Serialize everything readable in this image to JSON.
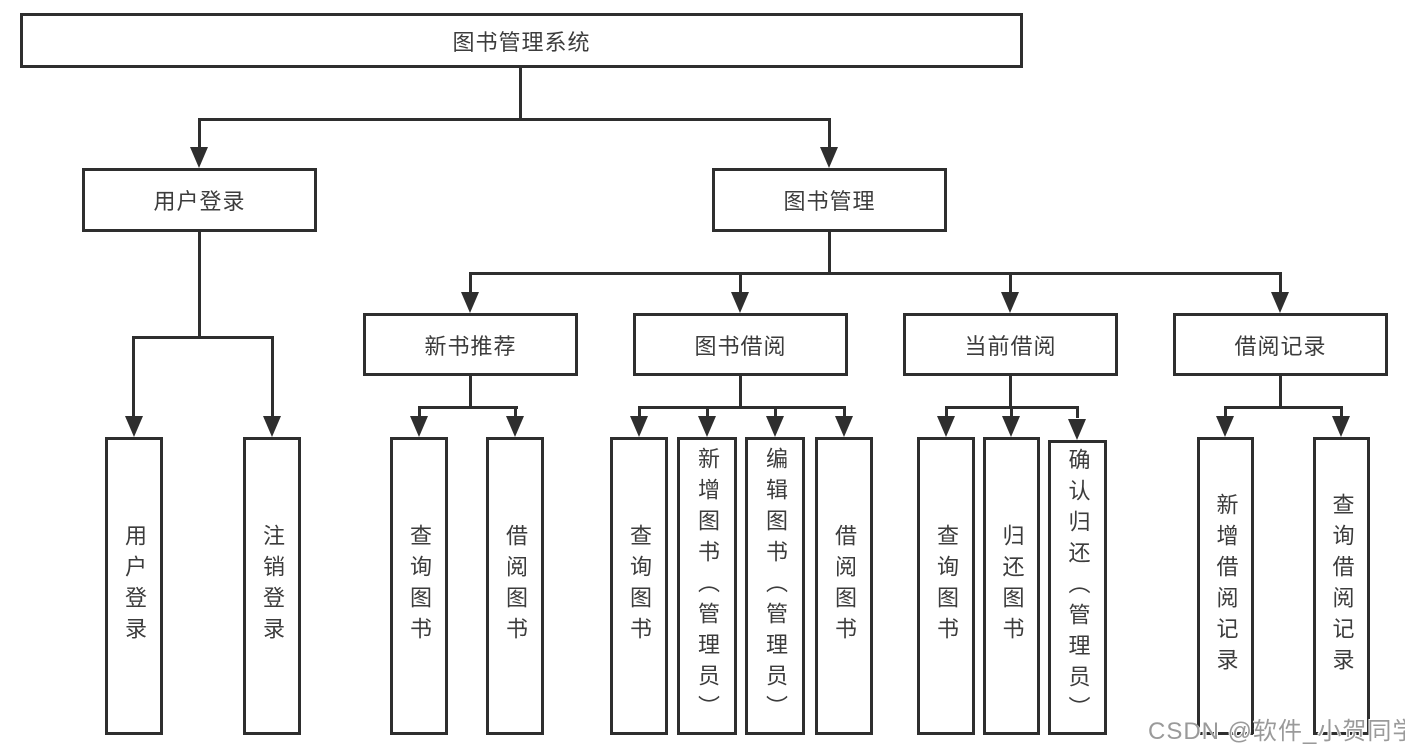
{
  "diagram": {
    "root": "图书管理系统",
    "level1": {
      "user_login": "用户登录",
      "book_management": "图书管理"
    },
    "level2": {
      "new_book_recommend": "新书推荐",
      "book_borrow": "图书借阅",
      "current_borrow": "当前借阅",
      "borrow_records": "借阅记录"
    },
    "leaves": {
      "user_login": [
        "用户登录",
        "注销登录"
      ],
      "new_book_recommend": [
        "查询图书",
        "借阅图书"
      ],
      "book_borrow": [
        "查询图书",
        "新增图书（管理员）",
        "编辑图书（管理员）",
        "借阅图书"
      ],
      "current_borrow": [
        "查询图书",
        "归还图书",
        "确认归还（管理员）"
      ],
      "borrow_records": [
        "新增借阅记录",
        "查询借阅记录"
      ]
    }
  },
  "watermark": "CSDN @软件_小贺同学",
  "colors": {
    "line": "#2e2e2e",
    "text": "#3c3c3c",
    "background": "#ffffff",
    "watermark": "#9a9a9a"
  }
}
